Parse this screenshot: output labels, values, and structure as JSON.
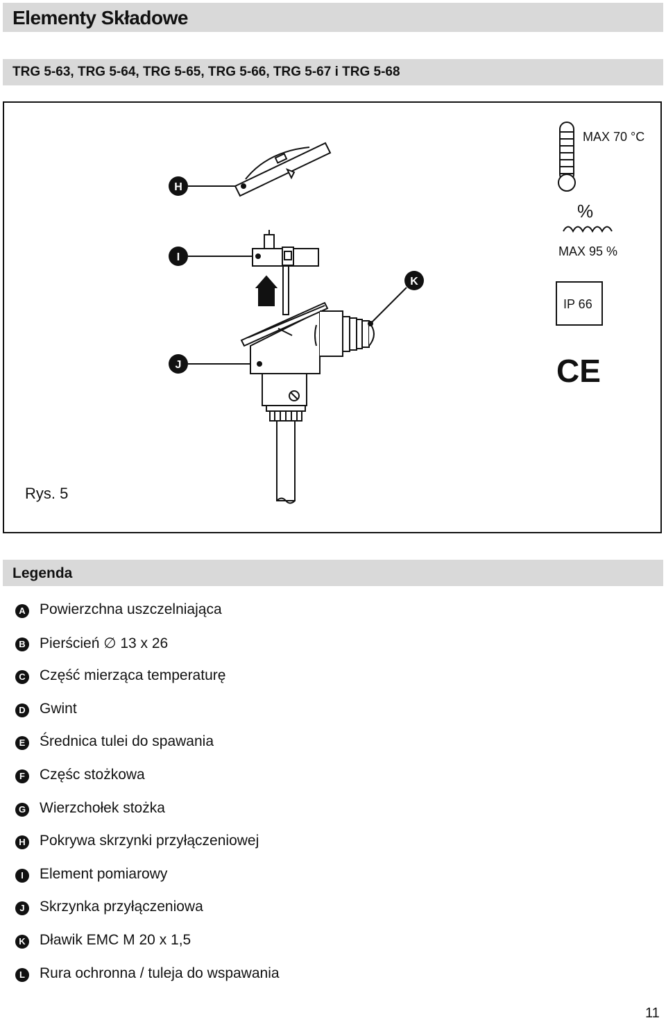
{
  "header": {
    "title": "Elementy Składowe",
    "subtitle": "TRG 5-63, TRG 5-64, TRG 5-65, TRG 5-66, TRG 5-67 i TRG 5-68"
  },
  "figure": {
    "caption": "Rys. 5",
    "callouts": {
      "h": "H",
      "i": "I",
      "j": "J",
      "k": "K"
    },
    "specs": {
      "max_temp": "MAX 70 °C",
      "humidity_symbol": "%",
      "max_humidity": "MAX 95 %",
      "ip_rating": "IP 66",
      "ce_mark": "CE"
    }
  },
  "legend": {
    "title": "Legenda",
    "items": [
      {
        "key": "A",
        "text": "Powierzchna uszczelniająca"
      },
      {
        "key": "B",
        "text": "Pierścień ∅ 13 x 26"
      },
      {
        "key": "C",
        "text": "Część mierząca temperaturę"
      },
      {
        "key": "D",
        "text": "Gwint"
      },
      {
        "key": "E",
        "text": "Średnica tulei do spawania"
      },
      {
        "key": "F",
        "text": "Częśc stożkowa"
      },
      {
        "key": "G",
        "text": "Wierzchołek stożka"
      },
      {
        "key": "H",
        "text": "Pokrywa skrzynki przyłączeniowej"
      },
      {
        "key": "I",
        "text": "Element pomiarowy"
      },
      {
        "key": "J",
        "text": "Skrzynka przyłączeniowa"
      },
      {
        "key": "K",
        "text": "Dławik EMC M 20 x 1,5"
      },
      {
        "key": "L",
        "text": "Rura ochronna / tuleja do wspawania"
      }
    ]
  },
  "page_number": "11"
}
